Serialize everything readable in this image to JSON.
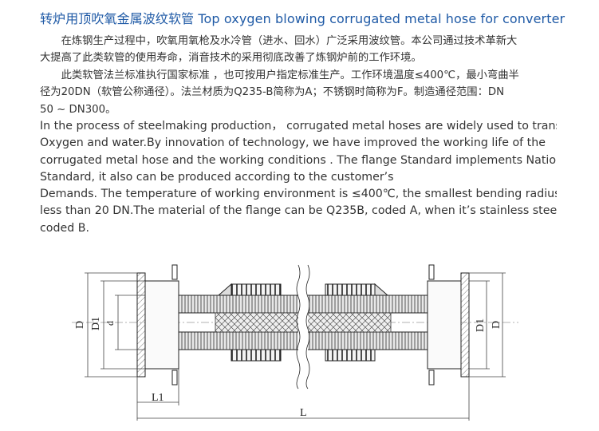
{
  "title": "转炉用顶吹氧金属波纹软管 Top oxygen blowing corrugated metal hose for converter",
  "cn_paragraph_1": [
    "　　在炼钢生产过程中，吹氧用氧枪及水冷管（进水、回水）广泛采用波纹管。本公司通过技术革新大",
    "大提高了此类软管的使用寿命，消音技术的采用彻底改善了炼钢炉前的工作环境。"
  ],
  "cn_paragraph_2": [
    "　　此类软管法兰标准执行国家标准 ，也可按用户指定标准生产。工作环境温度≤400℃，最小弯曲半",
    "径为20DN（软管公称通径）。法兰材质为Q235-B简称为A；不锈钢时简称为F。制造通径范围：DN",
    "50 ~ DN300。"
  ],
  "en_paragraph_1": [
    "In the process of steelmaking production，  corrugated metal hoses are widely used to transmit",
    "Oxygen and water.By innovation of technology, we have improved the working life of the",
    "corrugated metal hose and the working conditions . The flange Standard implements National",
    "Standard, it also can be produced according to the customer’s"
  ],
  "en_paragraph_2": [
    "Demands.  The temperature  of working environment is ≤400℃, the smallest bending radius is",
    "less than 20 DN.The material of the flange can be Q235B, coded A, when it’s stainless steel,",
    "coded B."
  ],
  "drawing": {
    "label_D_left": "D",
    "label_D1_left": "D1",
    "label_d": "d",
    "label_D1_right": "D1",
    "label_D_right": "D",
    "label_L1": "L1",
    "label_L": "L"
  }
}
